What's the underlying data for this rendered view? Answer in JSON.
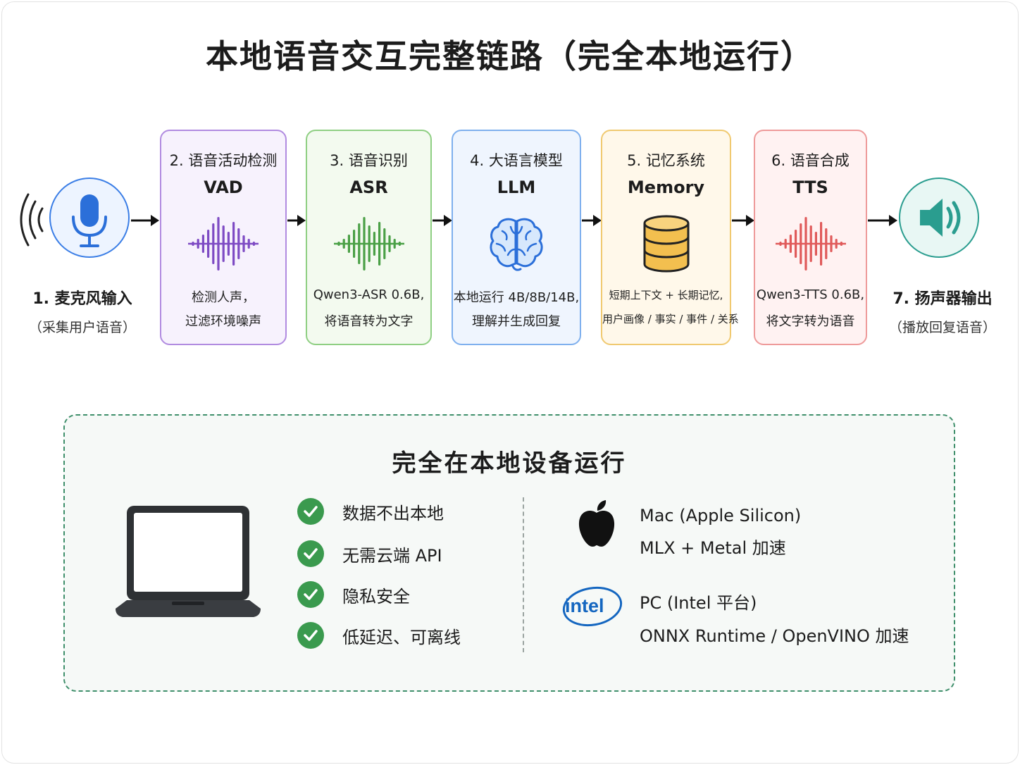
{
  "title": "本地语音交互完整链路（完全本地运行）",
  "input": {
    "label": "1. 麦克风输入",
    "sub": "（采集用户语音）",
    "icon": "microphone-icon"
  },
  "output": {
    "label": "7. 扬声器输出",
    "sub": "（播放回复语音）",
    "icon": "speaker-icon"
  },
  "stages": [
    {
      "title": "2. 语音活动检测",
      "name": "VAD",
      "desc1": "检测人声，",
      "desc2": "过滤环境噪声",
      "icon": "waveform-icon",
      "color": "#7e4bc4"
    },
    {
      "title": "3. 语音识别",
      "name": "ASR",
      "desc1": "Qwen3-ASR 0.6B,",
      "desc2": "将语音转为文字",
      "icon": "waveform-icon",
      "color": "#4aa046"
    },
    {
      "title": "4. 大语言模型",
      "name": "LLM",
      "desc1": "本地运行 4B/8B/14B,",
      "desc2": "理解并生成回复",
      "icon": "brain-icon",
      "color": "#3b7ee6"
    },
    {
      "title": "5. 记忆系统",
      "name": "Memory",
      "desc1": "短期上下文 + 长期记忆,",
      "desc2": "用户画像 / 事实 / 事件 / 关系",
      "icon": "database-icon",
      "color": "#f0b43c"
    },
    {
      "title": "6. 语音合成",
      "name": "TTS",
      "desc1": "Qwen3-TTS 0.6B,",
      "desc2": "将文字转为语音",
      "icon": "waveform-icon",
      "color": "#e05a5a"
    }
  ],
  "panel": {
    "title": "完全在本地设备运行",
    "features": [
      "数据不出本地",
      "无需云端 API",
      "隐私安全",
      "低延迟、可离线"
    ],
    "platforms": [
      {
        "line1": "Mac (Apple Silicon)",
        "line2": "MLX + Metal 加速",
        "icon": "apple-logo-icon"
      },
      {
        "logo_text": "intel",
        "line1": "PC (Intel 平台)",
        "line2": "ONNX Runtime / OpenVINO 加速",
        "icon": "intel-logo-icon"
      }
    ]
  }
}
